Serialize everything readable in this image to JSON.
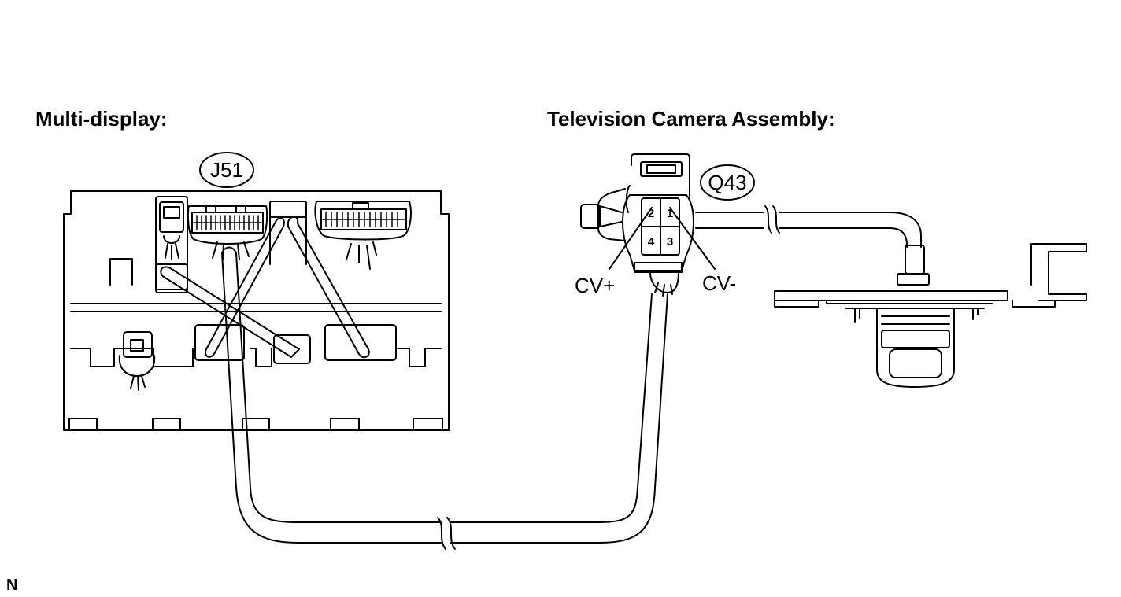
{
  "headings": {
    "multi_display": "Multi-display:",
    "camera": "Television Camera Assembly:"
  },
  "connectors": {
    "multi_display_id": "J51",
    "camera_id": "Q43"
  },
  "camera_terminals": {
    "t1": "1",
    "t2": "2",
    "t3": "3",
    "t4": "4"
  },
  "signals": {
    "cv_plus": "CV+",
    "cv_minus": "CV-"
  },
  "corner_code": "N",
  "colors": {
    "ink": "#000000",
    "paper": "#ffffff"
  }
}
